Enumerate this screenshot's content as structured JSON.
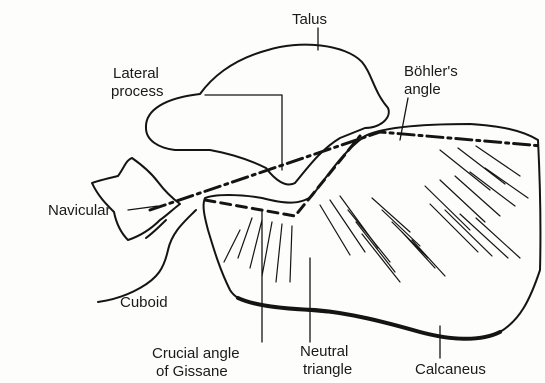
{
  "labels": {
    "talus": "Talus",
    "lateral_process_1": "Lateral",
    "lateral_process_2": "process",
    "bohler_1": "Böhler's",
    "bohler_2": "angle",
    "navicular": "Navicular",
    "cuboid": "Cuboid",
    "crucial_1": "Crucial angle",
    "crucial_2": "of Gissane",
    "neutral_1": "Neutral",
    "neutral_2": "triangle",
    "calcaneus": "Calcaneus"
  },
  "colors": {
    "ink": "#141414",
    "background": "#fdfdfc"
  }
}
